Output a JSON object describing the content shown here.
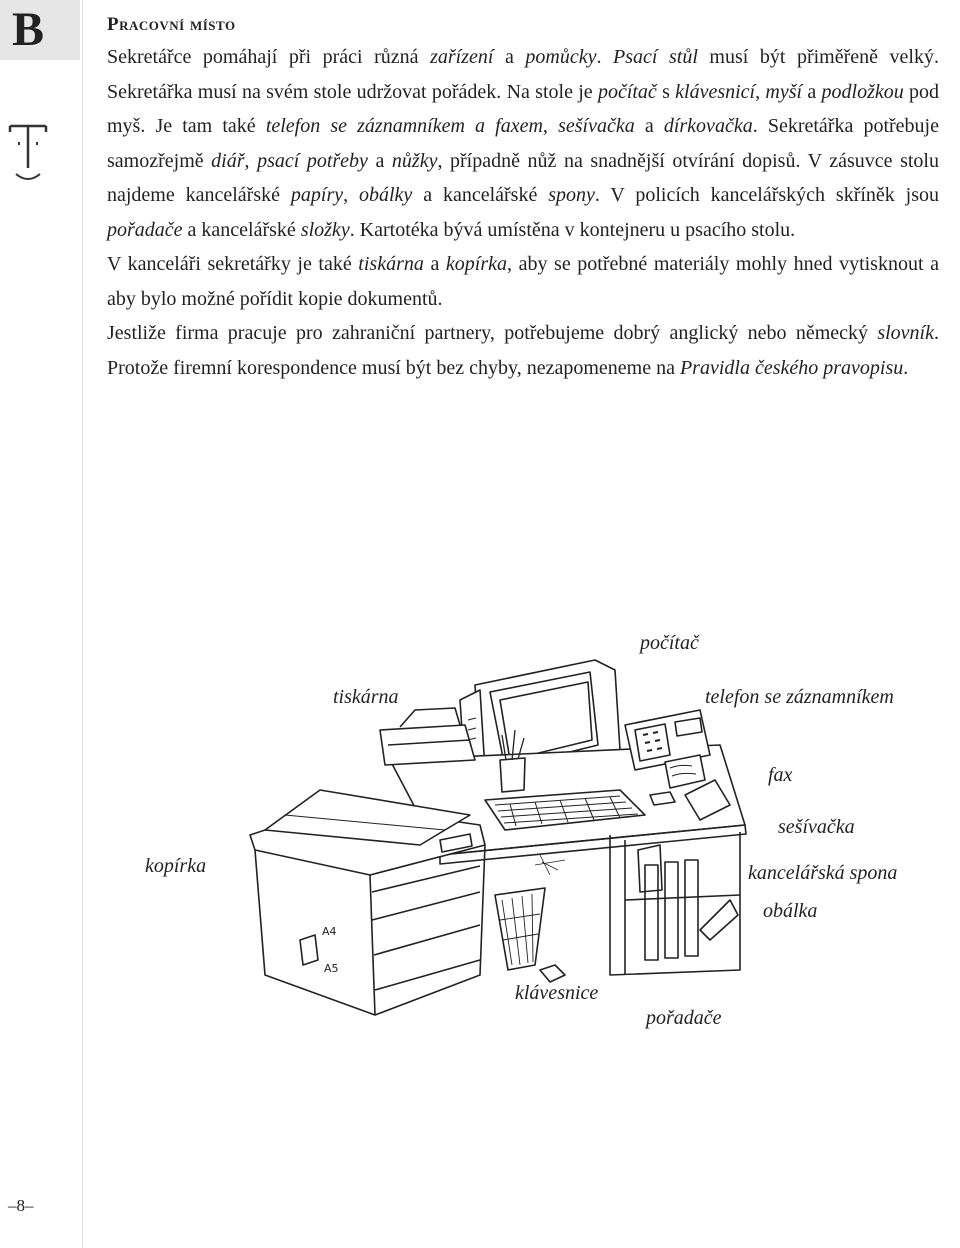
{
  "section_letter": "B",
  "page_number": "–8–",
  "heading": "Pracovní místo",
  "paragraphs": [
    [
      {
        "t": "Sekretářce pomáhají při práci různá ",
        "i": false
      },
      {
        "t": "zařízení",
        "i": true
      },
      {
        "t": " a ",
        "i": false
      },
      {
        "t": "pomůcky",
        "i": true
      },
      {
        "t": ". ",
        "i": false
      },
      {
        "t": "Psací stůl",
        "i": true
      },
      {
        "t": " musí být přiměřeně velký. Sekretářka musí na svém stole udržovat pořádek. Na stole je ",
        "i": false
      },
      {
        "t": "počítač",
        "i": true
      },
      {
        "t": " s ",
        "i": false
      },
      {
        "t": "klávesnicí",
        "i": true
      },
      {
        "t": ", ",
        "i": false
      },
      {
        "t": "myší",
        "i": true
      },
      {
        "t": " a ",
        "i": false
      },
      {
        "t": "podložkou",
        "i": true
      },
      {
        "t": " pod myš. Je tam také ",
        "i": false
      },
      {
        "t": "telefon se záznamníkem a faxem",
        "i": true
      },
      {
        "t": ", ",
        "i": false
      },
      {
        "t": "sešívačka",
        "i": true
      },
      {
        "t": " a ",
        "i": false
      },
      {
        "t": "dírkovačka",
        "i": true
      },
      {
        "t": ". Sekretářka potřebuje samozřejmě ",
        "i": false
      },
      {
        "t": "diář",
        "i": true
      },
      {
        "t": ", ",
        "i": false
      },
      {
        "t": "psací potřeby",
        "i": true
      },
      {
        "t": " a ",
        "i": false
      },
      {
        "t": "nůžky",
        "i": true
      },
      {
        "t": ", případně nůž na snadnější otvírání dopisů. V zásuvce stolu najdeme kancelářské ",
        "i": false
      },
      {
        "t": "papíry",
        "i": true
      },
      {
        "t": ", ",
        "i": false
      },
      {
        "t": "obálky",
        "i": true
      },
      {
        "t": " a kancelářské ",
        "i": false
      },
      {
        "t": "spony",
        "i": true
      },
      {
        "t": ". V policích kancelářských skříněk jsou ",
        "i": false
      },
      {
        "t": "pořadače",
        "i": true
      },
      {
        "t": " a kancelářské ",
        "i": false
      },
      {
        "t": "složky",
        "i": true
      },
      {
        "t": ". Kartotéka bývá umístěna v kontejneru u psacího stolu.",
        "i": false
      }
    ],
    [
      {
        "t": "V kanceláři sekretářky je také ",
        "i": false
      },
      {
        "t": "tiskárna",
        "i": true
      },
      {
        "t": " a ",
        "i": false
      },
      {
        "t": "kopírka",
        "i": true
      },
      {
        "t": ", aby se potřebné materiály mohly hned vytisknout a aby bylo možné pořídit kopie dokumentů.",
        "i": false
      }
    ],
    [
      {
        "t": "Jestliže firma pracuje pro zahraniční partnery, potřebujeme dobrý anglický nebo německý ",
        "i": false
      },
      {
        "t": "slovník",
        "i": true
      },
      {
        "t": ". Protože firemní korespondence musí být bez chyby, nezapomeneme na ",
        "i": false
      },
      {
        "t": "Pravidla českého pravopisu",
        "i": true
      },
      {
        "t": ".",
        "i": false
      }
    ]
  ],
  "labels": {
    "pocitac": "počítač",
    "tiskarna": "tiskárna",
    "telefon": "telefon se záznamníkem",
    "fax": "fax",
    "sesivacka": "sešívačka",
    "kopirka": "kopírka",
    "spona": "kancelářská spona",
    "obalka": "obálka",
    "klavesnice": "klávesnice",
    "poradace": "pořadače"
  },
  "printer_labels": {
    "a4": "A4",
    "a5": "A5"
  }
}
